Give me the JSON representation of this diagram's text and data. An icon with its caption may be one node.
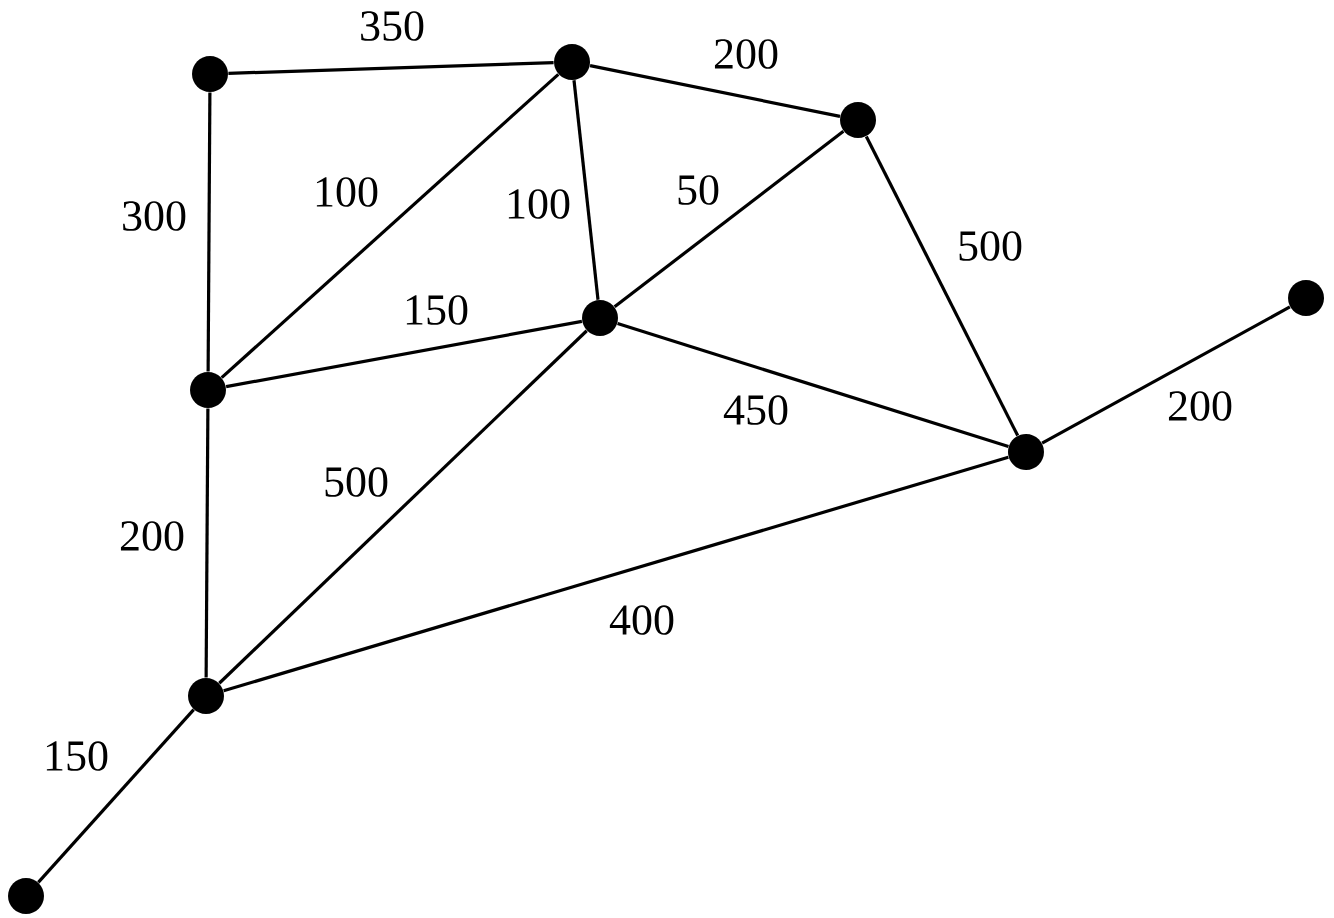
{
  "diagram": {
    "nodes": [
      {
        "text": [],
        "shape": "circle"
      },
      {
        "text": [],
        "shape": "circle"
      },
      {
        "text": [],
        "shape": "circle"
      },
      {
        "text": [],
        "shape": "circle"
      },
      {
        "text": [],
        "shape": "circle"
      },
      {
        "text": [],
        "shape": "circle"
      },
      {
        "text": [],
        "shape": "circle"
      },
      {
        "text": [],
        "shape": "circle"
      },
      {
        "text": [],
        "shape": "circle"
      }
    ],
    "edges": [
      {
        "from": 0,
        "to": 1,
        "arrow": "none",
        "label": "350"
      },
      {
        "from": 1,
        "to": 2,
        "arrow": "none",
        "label": "200"
      },
      {
        "from": 0,
        "to": 3,
        "arrow": "none",
        "label": "300"
      },
      {
        "from": 3,
        "to": 1,
        "arrow": "none",
        "label": "100"
      },
      {
        "from": 1,
        "to": 4,
        "arrow": "none",
        "label": "100"
      },
      {
        "from": 4,
        "to": 2,
        "arrow": "none",
        "label": "50"
      },
      {
        "from": 2,
        "to": 6,
        "arrow": "none",
        "label": "500"
      },
      {
        "from": 3,
        "to": 4,
        "arrow": "none",
        "label": "150"
      },
      {
        "from": 4,
        "to": 6,
        "arrow": "none",
        "label": "450"
      },
      {
        "from": 6,
        "to": 5,
        "arrow": "none",
        "label": "200"
      },
      {
        "from": 3,
        "to": 7,
        "arrow": "none",
        "label": "200"
      },
      {
        "from": 7,
        "to": 4,
        "arrow": "none",
        "label": "500"
      },
      {
        "from": 7,
        "to": 6,
        "arrow": "none",
        "label": "400"
      },
      {
        "from": 8,
        "to": 7,
        "arrow": "none",
        "label": "150"
      }
    ]
  }
}
